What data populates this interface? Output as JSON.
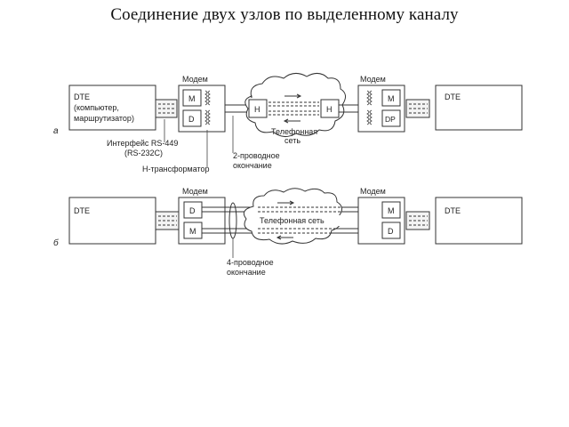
{
  "title": "Соединение двух узлов по выделенному каналу",
  "labels": {
    "modem": "Модем",
    "dte": "DTE",
    "dte_comp_1": "(компьютер,",
    "dte_comp_2": "маршрутизатор)",
    "m": "M",
    "d": "D",
    "dp": "DP",
    "h": "H",
    "tel_net_1": "Телефонная",
    "tel_net_2": "сеть",
    "tel_net_full": "Телефонная сеть",
    "iface_1": "Интерфейс RS-449",
    "iface_2": "(RS-232C)",
    "htrans": "H-трансформатор",
    "two_wire_1": "2-проводное",
    "two_wire_2": "окончание",
    "four_wire_1": "4-проводное",
    "four_wire_2": "окончание",
    "variant_a": "а",
    "variant_b": "б"
  }
}
